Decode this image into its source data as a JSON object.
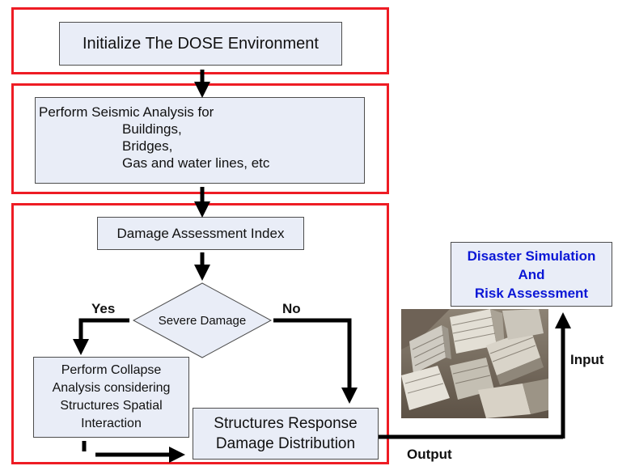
{
  "colors": {
    "frame": "#ee1c24",
    "box_fill": "#e9edf7",
    "box_border": "#4d4d4d",
    "arrow": "#000000",
    "disaster_text": "#0b17d6"
  },
  "step1": {
    "label": "Initialize The DOSE Environment"
  },
  "step2": {
    "heading": "Perform Seismic Analysis for",
    "items": [
      "Buildings,",
      "Bridges,",
      "Gas and water lines, etc"
    ]
  },
  "damage_index": {
    "label": "Damage Assessment Index"
  },
  "decision": {
    "label": "Severe Damage",
    "yes": "Yes",
    "no": "No"
  },
  "collapse": {
    "lines": [
      "Perform Collapse",
      "Analysis considering",
      "Structures Spatial",
      "Interaction"
    ]
  },
  "response": {
    "lines": [
      "Structures Response",
      "Damage Distribution"
    ]
  },
  "disaster": {
    "lines": [
      "Disaster Simulation",
      "And",
      "Risk Assessment"
    ]
  },
  "flow_labels": {
    "input": "Input",
    "output": "Output"
  },
  "photo": {
    "icon": "earthquake-damaged-buildings-photo"
  }
}
